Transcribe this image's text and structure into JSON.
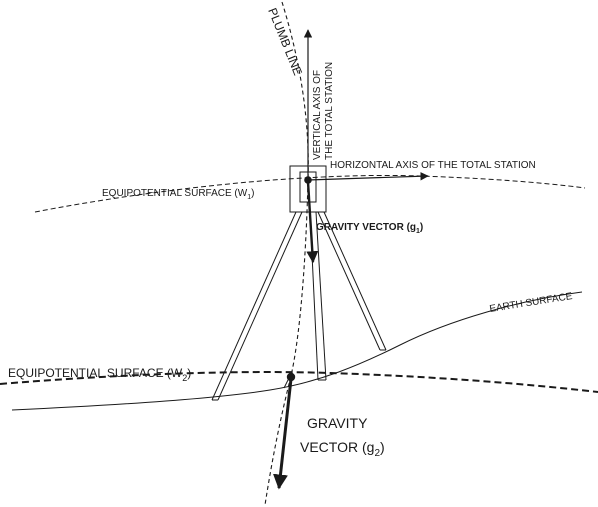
{
  "labels": {
    "plumb_line": "PLUMB LINE",
    "vertical_axis_line1": "VERTICAL AXIS OF",
    "vertical_axis_line2": "THE TOTAL STATION",
    "horizontal_axis": "HORIZONTAL AXIS OF THE TOTAL STATION",
    "equipotential_w1": "EQUIPOTENTIAL SURFACE (W",
    "w1_sub": "1",
    "gravity_g1": "GRAVITY VECTOR (g",
    "g1_sub": "1",
    "earth_surface": "EARTH SURFACE",
    "equipotential_w2": "EQUIPOTENTIAL SURFACE (W",
    "w2_sub": "2",
    "gravity_g2_line1": "GRAVITY",
    "gravity_g2_line2": "VECTOR (g",
    "g2_sub": "2",
    "close_paren": ")"
  },
  "colors": {
    "ink": "#1a1a1a",
    "background": "#ffffff"
  }
}
